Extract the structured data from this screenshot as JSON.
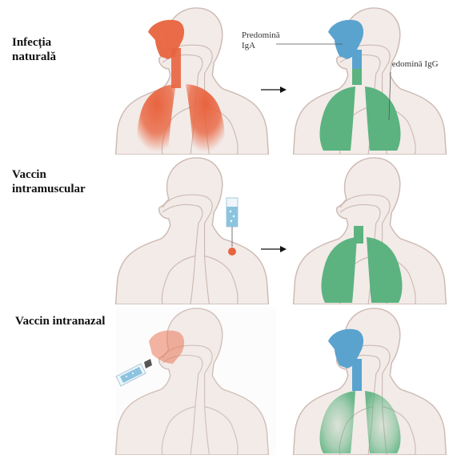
{
  "rows": [
    {
      "label_line1": "Infecția",
      "label_line2": "naturală"
    },
    {
      "label_line1": "Vaccin",
      "label_line2": "intramuscular"
    },
    {
      "label_line1": "Vaccin intranazal"
    }
  ],
  "annotations": {
    "iga": {
      "line1": "Predomină",
      "line2": "IgA"
    },
    "igg": "Predomină IgG"
  },
  "colors": {
    "background": "#ffffff",
    "skin": "#f3ebe8",
    "outline": "#cdbab3",
    "infection_red": "#e8643f",
    "iga_blue": "#5aa3cf",
    "igg_green": "#5cb380",
    "syringe_blue": "#8cc4df",
    "injection_dot": "#e8643f"
  },
  "icons": [
    "arrow-right-icon",
    "syringe-icon",
    "nasal-spray-icon"
  ]
}
